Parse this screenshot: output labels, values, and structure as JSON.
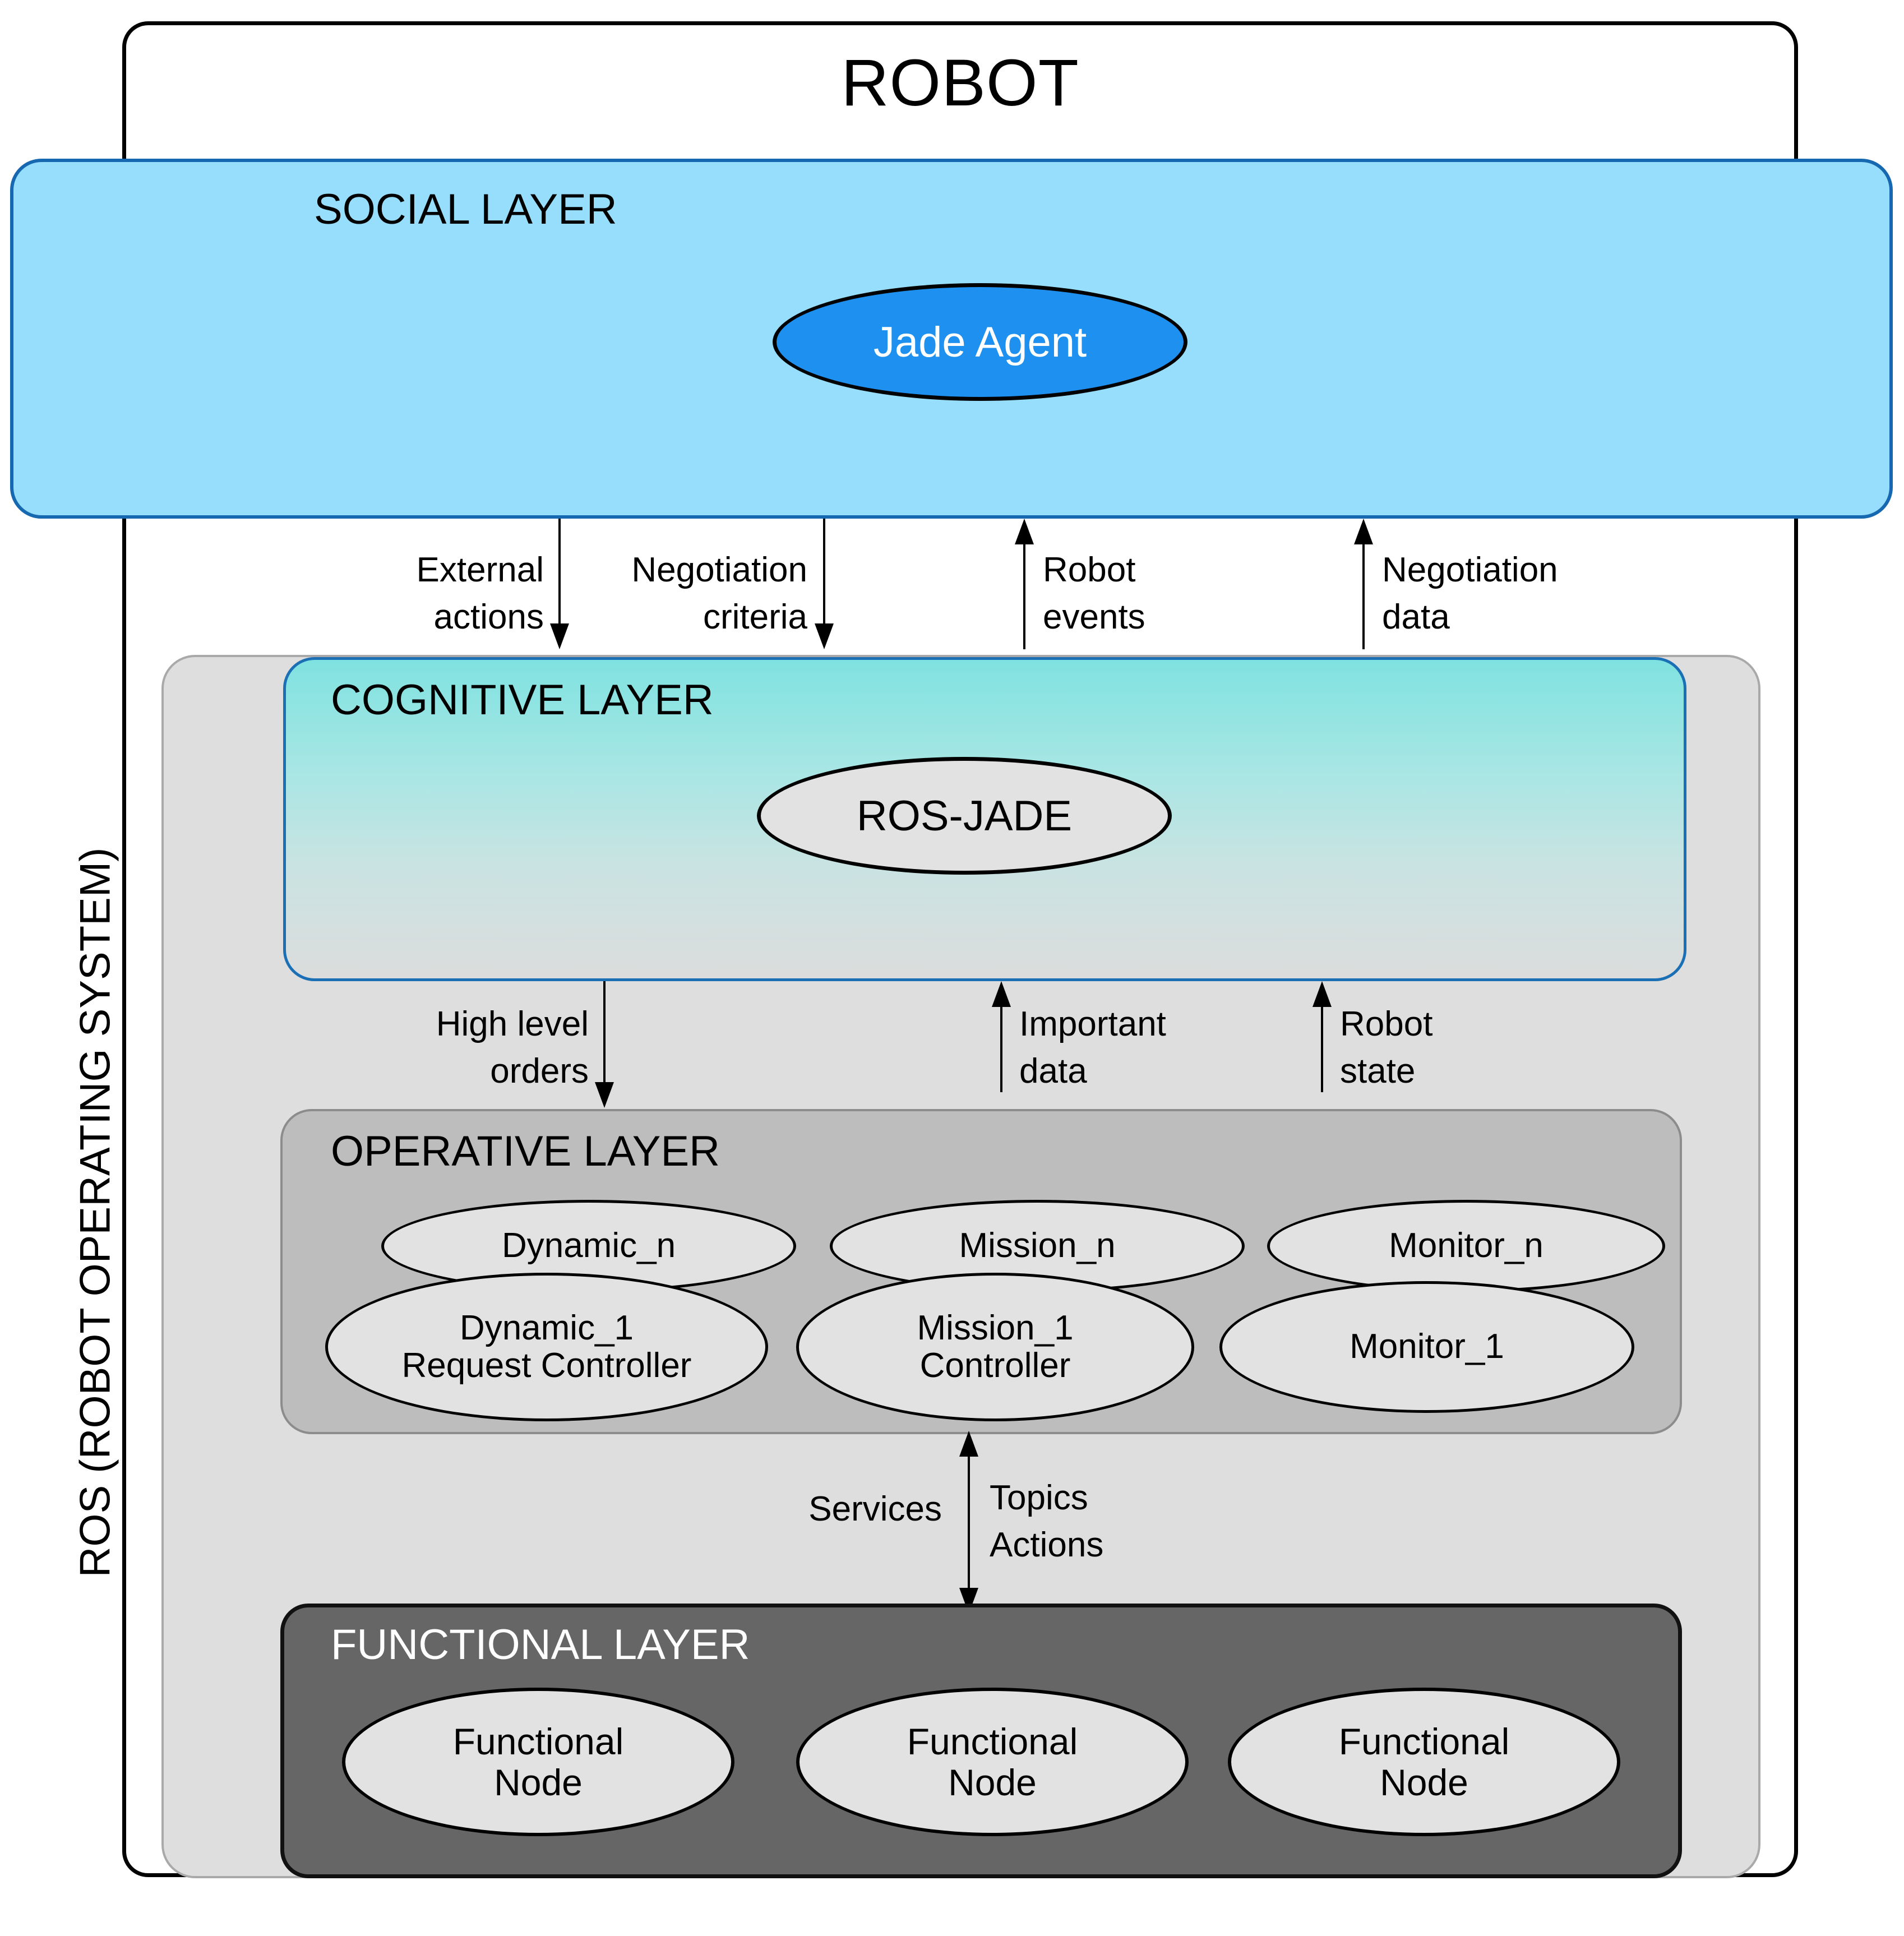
{
  "diagram": {
    "title": "ROBOT",
    "ros_label": "ROS (ROBOT OPERATING SYSTEM)",
    "layers": {
      "social": {
        "title": "SOCIAL LAYER",
        "node": "Jade Agent"
      },
      "cognitive": {
        "title": "COGNITIVE LAYER",
        "node": "ROS-JADE"
      },
      "operative": {
        "title": "OPERATIVE LAYER",
        "nodes": [
          {
            "id": "dynamic-n",
            "label": "Dynamic_n"
          },
          {
            "id": "dynamic-1",
            "line1": "Dynamic_1",
            "line2": "Request Controller"
          },
          {
            "id": "mission-n",
            "label": "Mission_n"
          },
          {
            "id": "mission-1",
            "line1": "Mission_1",
            "line2": "Controller"
          },
          {
            "id": "monitor-n",
            "label": "Monitor_n"
          },
          {
            "id": "monitor-1",
            "label": "Monitor_1"
          }
        ]
      },
      "functional": {
        "title": "FUNCTIONAL LAYER",
        "nodes": [
          {
            "line1": "Functional",
            "line2": "Node"
          },
          {
            "line1": "Functional",
            "line2": "Node"
          },
          {
            "line1": "Functional",
            "line2": "Node"
          }
        ]
      }
    },
    "arrows": {
      "social_to_cognitive": [
        {
          "id": "external-actions",
          "line1": "External",
          "line2": "actions",
          "direction": "down"
        },
        {
          "id": "negotiation-criteria",
          "line1": "Negotiation",
          "line2": "criteria",
          "direction": "down"
        },
        {
          "id": "robot-events",
          "line1": "Robot",
          "line2": "events",
          "direction": "up"
        },
        {
          "id": "negotiation-data",
          "line1": "Negotiation",
          "line2": "data",
          "direction": "up"
        }
      ],
      "cognitive_to_operative": [
        {
          "id": "high-level-orders",
          "line1": "High level",
          "line2": "orders",
          "direction": "down"
        },
        {
          "id": "important-data",
          "line1": "Important",
          "line2": "data",
          "direction": "up"
        },
        {
          "id": "robot-state",
          "line1": "Robot",
          "line2": "state",
          "direction": "up"
        }
      ],
      "operative_to_functional": {
        "id": "ros-comms",
        "direction": "bidirectional",
        "left_label": "Services",
        "right_line1": "Topics",
        "right_line2": "Actions"
      }
    },
    "colors": {
      "social_fill": "#96DEFB",
      "social_stroke": "#1668B0",
      "jade_agent_fill": "#1E90F0",
      "cognitive_top": "#7FE2E0",
      "cognitive_bottom": "#DCDCDC",
      "cognitive_stroke": "#1A6FB5",
      "ros_container_fill": "#DEDEDE",
      "operative_fill": "#BDBDBD",
      "functional_fill": "#666666",
      "node_fill": "#E2E2E2"
    }
  }
}
